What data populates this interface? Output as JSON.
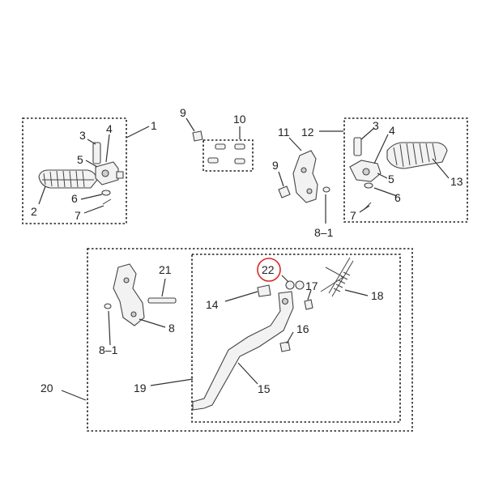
{
  "diagram": {
    "highlight_color": "#d62828",
    "callouts": {
      "c1": "1",
      "c2": "2",
      "c3a": "3",
      "c4a": "4",
      "c5a": "5",
      "c6a": "6",
      "c7a": "7",
      "c9a": "9",
      "c10": "10",
      "c11": "11",
      "c12": "12",
      "c9b": "9",
      "c8_1a": "8–1",
      "c3b": "3",
      "c4b": "4",
      "c5b": "5",
      "c13": "13",
      "c6b": "6",
      "c7b": "7",
      "c21": "21",
      "c8": "8",
      "c8_1b": "8–1",
      "c22": "22",
      "c17": "17",
      "c18": "18",
      "c14": "14",
      "c16": "16",
      "c15": "15",
      "c19": "19",
      "c20": "20"
    }
  }
}
